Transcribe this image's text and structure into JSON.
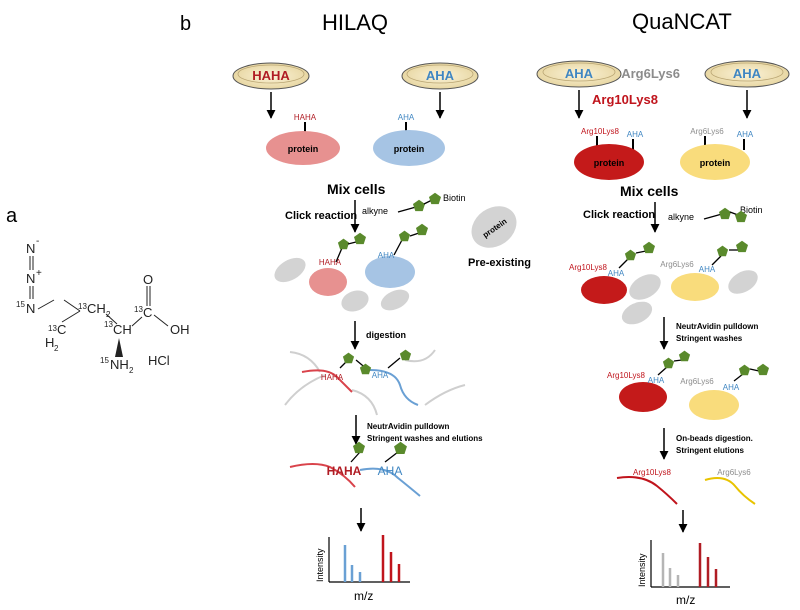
{
  "panel_a": {
    "letter": "a",
    "atoms": {
      "n_minus": "N",
      "minus": "-",
      "n_plus": "N",
      "plus": "+",
      "n15": "N",
      "n15_mass": "15",
      "c13_a": "C",
      "c13_a_mass": "13",
      "h2_a": "H",
      "h2_a_sub": "2",
      "c13_b_mass": "13",
      "c13_b": "CH",
      "c13_b_sub": "2",
      "c13_c_mass": "13",
      "c13_c": "CH",
      "c13_d_mass": "13",
      "c13_d": "C",
      "oxygen": "O",
      "oh": "OH",
      "nh2_mass": "15",
      "nh2": "NH",
      "nh2_sub": "2",
      "hcl": "HCl"
    }
  },
  "panel_b": {
    "letter": "b",
    "hilaq": {
      "title": "HILAQ",
      "dish_left": "HAHA",
      "dish_right": "AHA",
      "tag_haha": "HAHA",
      "tag_aha": "AHA",
      "protein_left": "protein",
      "protein_right": "protein",
      "mix_cells": "Mix cells",
      "click_reaction": "Click reaction",
      "alkyne": "alkyne",
      "biotin": "Biotin",
      "mixed_haha": "HAHA",
      "mixed_aha": "AHA",
      "preexisting_protein": "protein",
      "preexisting": "Pre-existing",
      "digestion": "digestion",
      "peptide_haha": "HAHA",
      "peptide_aha": "AHA",
      "pulldown_1": "NeutrAvidin pulldown",
      "pulldown_2": "Stringent washes and elutions",
      "final_haha": "HAHA",
      "final_aha": "AHA",
      "ms_y": "Intensity",
      "ms_x": "m/z"
    },
    "quancat": {
      "title": "QuaNCAT",
      "dish_left": "AHA",
      "dish_right": "AHA",
      "label_heavy": "Arg10Lys8",
      "label_medium": "Arg6Lys6",
      "tag_heavy": "Arg10Lys8",
      "tag_aha_left": "AHA",
      "tag_medium": "Arg6Lys6",
      "tag_aha_right": "AHA",
      "protein_left": "protein",
      "protein_right": "protein",
      "mix_cells": "Mix cells",
      "click_reaction": "Click reaction",
      "alkyne": "alkyne",
      "biotin": "Biotin",
      "mixed_heavy": "Arg10Lys8",
      "mixed_aha_left": "AHA",
      "mixed_medium": "Arg6Lys6",
      "mixed_aha_right": "AHA",
      "pulldown_1": "NeutrAvidin pulldown",
      "pulldown_2": "Stringent washes",
      "pd_heavy": "Arg10Lys8",
      "pd_aha_left": "AHA",
      "pd_medium": "Arg6Lys6",
      "pd_aha_right": "AHA",
      "digest_1": "On-beads digestion.",
      "digest_2": "Stringent elutions",
      "pep_heavy": "Arg10Lys8",
      "pep_medium": "Arg6Lys6",
      "ms_y": "Intensity",
      "ms_x": "m/z"
    }
  },
  "colors": {
    "haha_red": "#b01c24",
    "aha_blue": "#3f86c2",
    "heavy_red": "#c0141c",
    "medium_gray": "#8c8c8c",
    "green_pentagon": "#5a8a2c",
    "pink_protein": "#e79190",
    "blue_protein": "#a6c4e4",
    "dark_red_protein": "#c41a1a",
    "yellow_protein": "#f9dc7c",
    "gray_blob": "#d3d3d3",
    "dish_fill": "#f6e9c4"
  }
}
